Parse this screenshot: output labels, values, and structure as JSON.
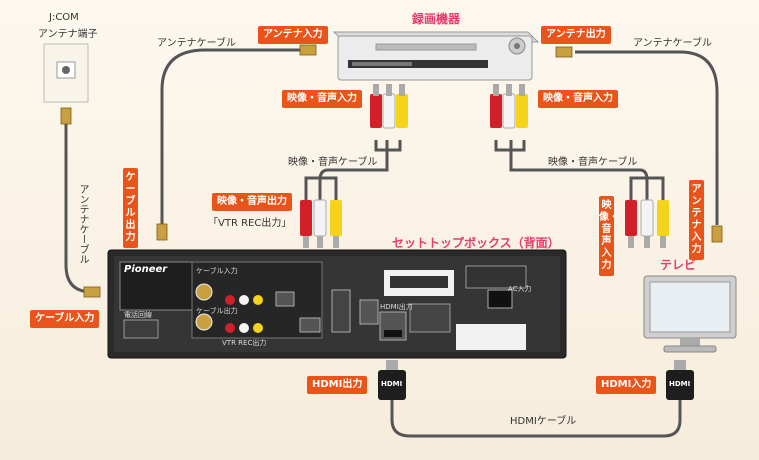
{
  "titles": {
    "recorder": "録画機器",
    "settop": "セットトップボックス（背面）",
    "tv": "テレビ"
  },
  "jcom": {
    "line1": "J:COM",
    "line2": "アンテナ端子"
  },
  "cables": {
    "antenna_left": "アンテナケーブル",
    "antenna_right": "アンテナケーブル",
    "antenna_vertical": "アンテナケーブル",
    "av_left": "映像・音声ケーブル",
    "av_right": "映像・音声ケーブル",
    "hdmi": "HDMIケーブル"
  },
  "badges": {
    "antenna_in": "アンテナ入力",
    "antenna_out": "アンテナ出力",
    "av_in_left": "映像・音声入力",
    "av_in_right": "映像・音声入力",
    "av_out": "映像・音声出力",
    "vtr_rec": "「VTR REC出力」",
    "cable_out": "ケーブル出力",
    "cable_in": "ケーブル入力",
    "hdmi_out": "HDMI出力",
    "hdmi_in": "HDMI入力",
    "tv_av_in": "映像・音声入力",
    "tv_antenna_in": "アンテナ入力"
  },
  "plugs": {
    "hdmi_left": "HDMI",
    "hdmi_right": "HDMI"
  },
  "stb_panel": {
    "brand": "Pioneer",
    "cable_in": "ケーブル入力",
    "cable_out": "ケーブル出力",
    "phone": "電話回線",
    "rec_out": "VTR REC出力",
    "hdmi_port": "HDMI出力",
    "ac": "AC入力"
  }
}
